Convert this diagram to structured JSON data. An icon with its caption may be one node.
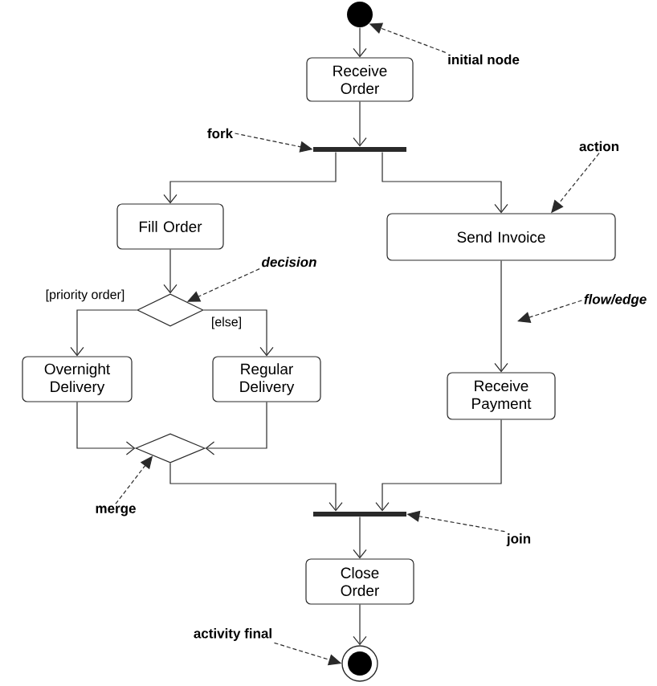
{
  "diagram": {
    "nodes": [
      {
        "text": [],
        "shape": "circle"
      },
      {
        "text": [
          "Receive Order"
        ]
      },
      {
        "text": [],
        "shape": "bar"
      },
      {
        "text": [
          "Fill Order"
        ]
      },
      {
        "text": [
          "Send Invoice"
        ]
      },
      {
        "text": [],
        "shape": "diamond"
      },
      {
        "text": [
          "Overnight Delivery"
        ]
      },
      {
        "text": [
          "Regular Delivery"
        ]
      },
      {
        "text": [
          "Receive Payment"
        ]
      },
      {
        "text": [],
        "shape": "diamond"
      },
      {
        "text": [],
        "shape": "bar"
      },
      {
        "text": [
          "Close Order"
        ]
      },
      {
        "text": [],
        "shape": "circle"
      },
      {
        "text": [
          "initial node"
        ]
      },
      {
        "text": [
          "fork"
        ]
      },
      {
        "text": [
          "action"
        ]
      },
      {
        "text": [
          "decision"
        ]
      },
      {
        "text": [
          "flow/edge"
        ]
      },
      {
        "text": [
          "merge"
        ]
      },
      {
        "text": [
          "join"
        ]
      },
      {
        "text": [
          "activity final"
        ]
      }
    ],
    "edges": [
      {
        "from": 0,
        "to": 1,
        "arrow": "to"
      },
      {
        "from": 1,
        "to": 2,
        "arrow": "to"
      },
      {
        "from": 2,
        "to": 3,
        "arrow": "to"
      },
      {
        "from": 2,
        "to": 4,
        "arrow": "to"
      },
      {
        "from": 3,
        "to": 5,
        "arrow": "to"
      },
      {
        "from": 5,
        "to": 6,
        "arrow": "to",
        "label": "[priority order]"
      },
      {
        "from": 5,
        "to": 7,
        "arrow": "to",
        "label": "[else]"
      },
      {
        "from": 4,
        "to": 8,
        "arrow": "to"
      },
      {
        "from": 6,
        "to": 9,
        "arrow": "to"
      },
      {
        "from": 7,
        "to": 9,
        "arrow": "to"
      },
      {
        "from": 9,
        "to": 10,
        "arrow": "to"
      },
      {
        "from": 8,
        "to": 10,
        "arrow": "to"
      },
      {
        "from": 10,
        "to": 11,
        "arrow": "to"
      },
      {
        "from": 11,
        "to": 12,
        "arrow": "to"
      },
      {
        "from": 13,
        "to": 0,
        "arrow": "to",
        "style": "dashed"
      },
      {
        "from": 14,
        "to": 2,
        "arrow": "to",
        "style": "dashed"
      },
      {
        "from": 15,
        "to": 4,
        "arrow": "to",
        "style": "dashed"
      },
      {
        "from": 16,
        "to": 5,
        "arrow": "to",
        "style": "dashed"
      },
      {
        "from": 17,
        "to": null,
        "arrow": "to",
        "style": "dashed"
      },
      {
        "from": 18,
        "to": 9,
        "arrow": "to",
        "style": "dashed"
      },
      {
        "from": 19,
        "to": 10,
        "arrow": "to",
        "style": "dashed"
      },
      {
        "from": 20,
        "to": 12,
        "arrow": "to",
        "style": "dashed"
      }
    ]
  }
}
